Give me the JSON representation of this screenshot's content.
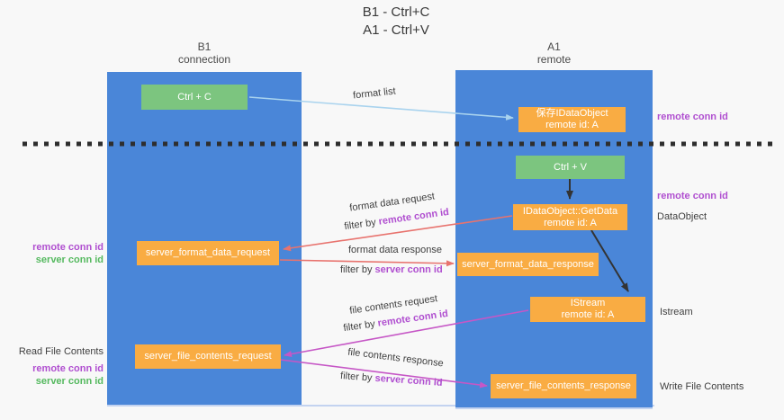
{
  "title": {
    "line1": "B1 - Ctrl+C",
    "line2": "A1 - Ctrl+V"
  },
  "columns": {
    "left": {
      "header_line1": "B1",
      "header_line2": "connection"
    },
    "right": {
      "header_line1": "A1",
      "header_line2": "remote"
    }
  },
  "boxes": {
    "ctrl_c": "Ctrl + C",
    "ctrl_v": "Ctrl + V",
    "save_idataobject": {
      "line1": "保存IDataObject",
      "line2": "remote id: A"
    },
    "getdata": {
      "line1": "IDataObject::GetData",
      "line2": "remote id: A"
    },
    "istream": {
      "line1": "IStream",
      "line2": "remote id: A"
    },
    "server_format_data_request": "server_format_data_request",
    "server_format_data_response": "server_format_data_response",
    "server_file_contents_request": "server_file_contents_request",
    "server_file_contents_response": "server_file_contents_response"
  },
  "side_labels": {
    "right_remote_conn_id_1": "remote conn id",
    "right_remote_conn_id_2": "remote conn id",
    "right_dataobject": "DataObject",
    "right_istream": "Istream",
    "right_write_file_contents": "Write File Contents",
    "left_remote_conn_id_1": "remote conn id",
    "left_server_conn_id_1": "server conn id",
    "left_read_file_contents": "Read File Contents",
    "left_remote_conn_id_2": "remote conn id",
    "left_server_conn_id_2": "server conn id"
  },
  "flow_labels": {
    "format_list": "format list",
    "format_data_request": "format data request",
    "format_data_response": "format data response",
    "file_contents_request": "file contents request",
    "file_contents_response": "file contents response",
    "filter_by": "filter by ",
    "remote_conn_id": "remote conn id",
    "server_conn_id": "server conn id"
  },
  "colors": {
    "bg": "#f8f8f8",
    "column_blue": "#4a86d8",
    "box_green": "#7cc57f",
    "box_orange": "#f9ac43",
    "arrow_blue": "#a9d3ee",
    "arrow_salmon": "#e8736e",
    "arrow_magenta": "#c657c6",
    "arrow_black": "#333333",
    "label_purple": "#b04fd0",
    "label_green": "#55b95f"
  }
}
